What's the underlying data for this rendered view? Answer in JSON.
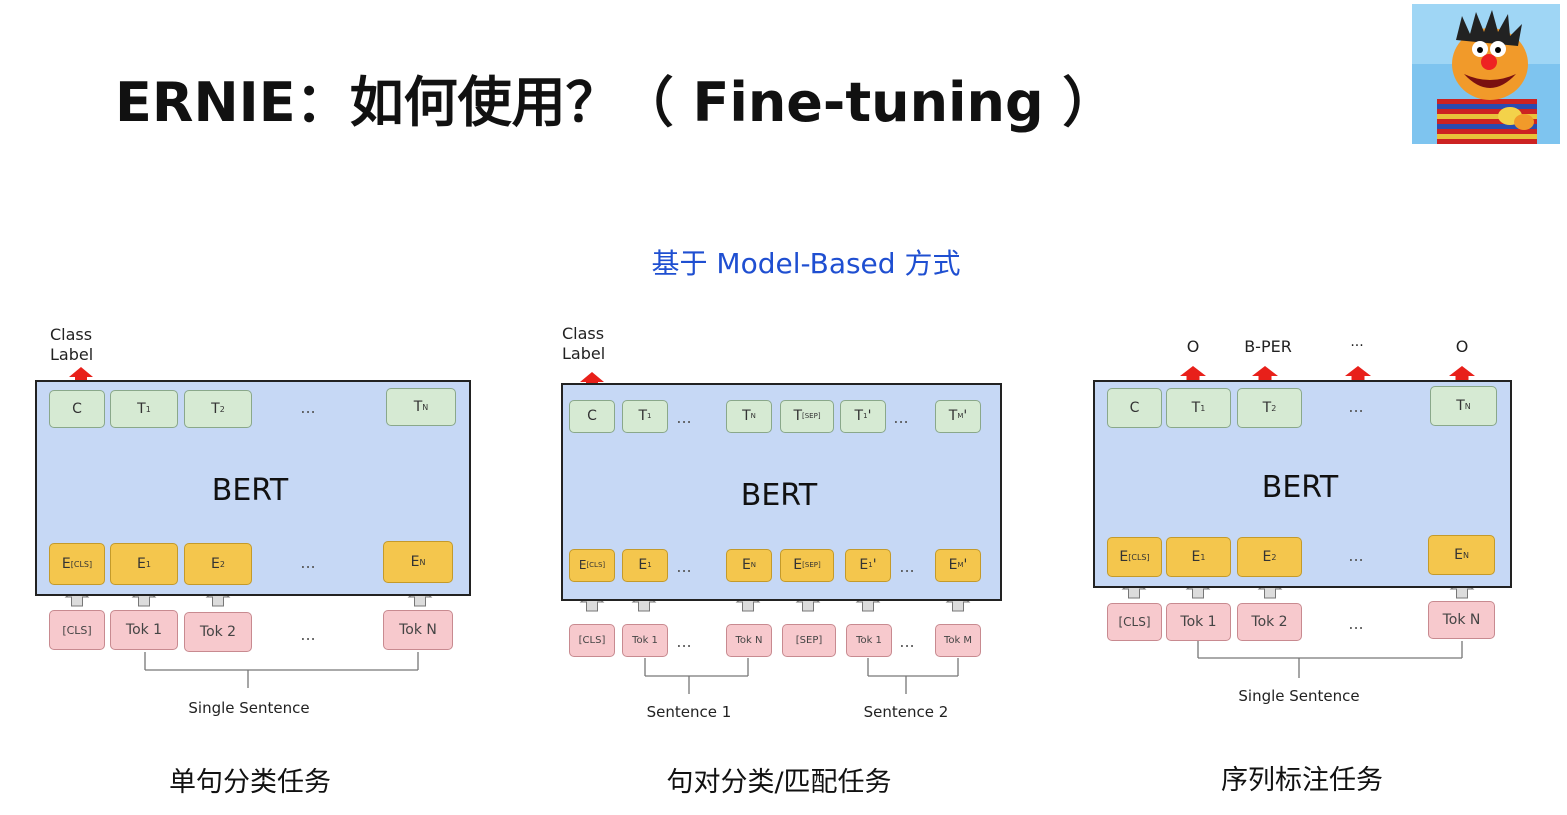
{
  "slide": {
    "title": "ERNIE：如何使用？（ Fine-tuning ）",
    "subtitle": "基于 Model-Based 方式",
    "avatar_icon": "ernie-muppet-avatar"
  },
  "diagrams": [
    {
      "caption": "单句分类任务",
      "top_label": "Class\nLabel",
      "model": "BERT",
      "outputs": [
        "C",
        "T1",
        "T2",
        "...",
        "TN"
      ],
      "embeddings": [
        "E[CLS]",
        "E1",
        "E2",
        "...",
        "EN"
      ],
      "tokens": [
        "[CLS]",
        "Tok 1",
        "Tok 2",
        "...",
        "Tok N"
      ],
      "sentences": [
        "Single Sentence"
      ]
    },
    {
      "caption": "句对分类/匹配任务",
      "top_label": "Class\nLabel",
      "model": "BERT",
      "outputs": [
        "C",
        "T1",
        "...",
        "TN",
        "T[SEP]",
        "T1'",
        "...",
        "TM'"
      ],
      "embeddings": [
        "E[CLS]",
        "E1",
        "...",
        "EN",
        "E[SEP]",
        "E1'",
        "...",
        "EM'"
      ],
      "tokens": [
        "[CLS]",
        "Tok 1",
        "...",
        "Tok N",
        "[SEP]",
        "Tok 1",
        "...",
        "Tok M"
      ],
      "sentences": [
        "Sentence 1",
        "Sentence 2"
      ]
    },
    {
      "caption": "序列标注任务",
      "top_labels": [
        "O",
        "B-PER",
        "...",
        "O"
      ],
      "model": "BERT",
      "outputs": [
        "C",
        "T1",
        "T2",
        "...",
        "TN"
      ],
      "embeddings": [
        "E[CLS]",
        "E1",
        "E2",
        "...",
        "EN"
      ],
      "tokens": [
        "[CLS]",
        "Tok 1",
        "Tok 2",
        "...",
        "Tok N"
      ],
      "sentences": [
        "Single Sentence"
      ]
    }
  ],
  "colors": {
    "panel": "#c6d8f5",
    "output_box": "#d6ead3",
    "embedding_box": "#f4c64d",
    "token_box": "#f7c9cd",
    "arrow_up": "#e8201a",
    "subtitle": "#1f4fd1"
  }
}
